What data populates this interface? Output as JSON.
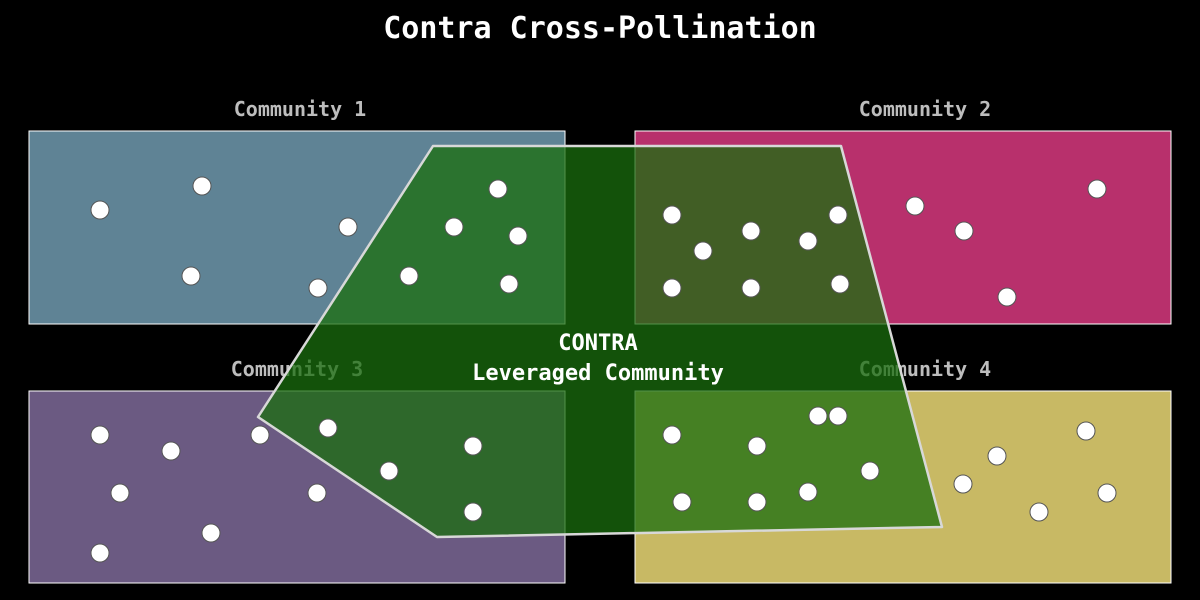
{
  "title": "Contra Cross-Pollination",
  "colors": {
    "background": "#000000",
    "community_1": "#5f8395",
    "community_2": "#b8306c",
    "community_3": "#6b5a82",
    "community_4": "#c8b964",
    "overlay": "#1a6e0e",
    "node": "#ffffff",
    "text": "#ffffff",
    "community_label": "#bdbdbd"
  },
  "communities": [
    {
      "id": "c1",
      "label": "Community 1"
    },
    {
      "id": "c2",
      "label": "Community 2"
    },
    {
      "id": "c3",
      "label": "Community 3"
    },
    {
      "id": "c4",
      "label": "Community 4"
    }
  ],
  "center": {
    "line1": "CONTRA",
    "line2": "Leveraged Community"
  }
}
